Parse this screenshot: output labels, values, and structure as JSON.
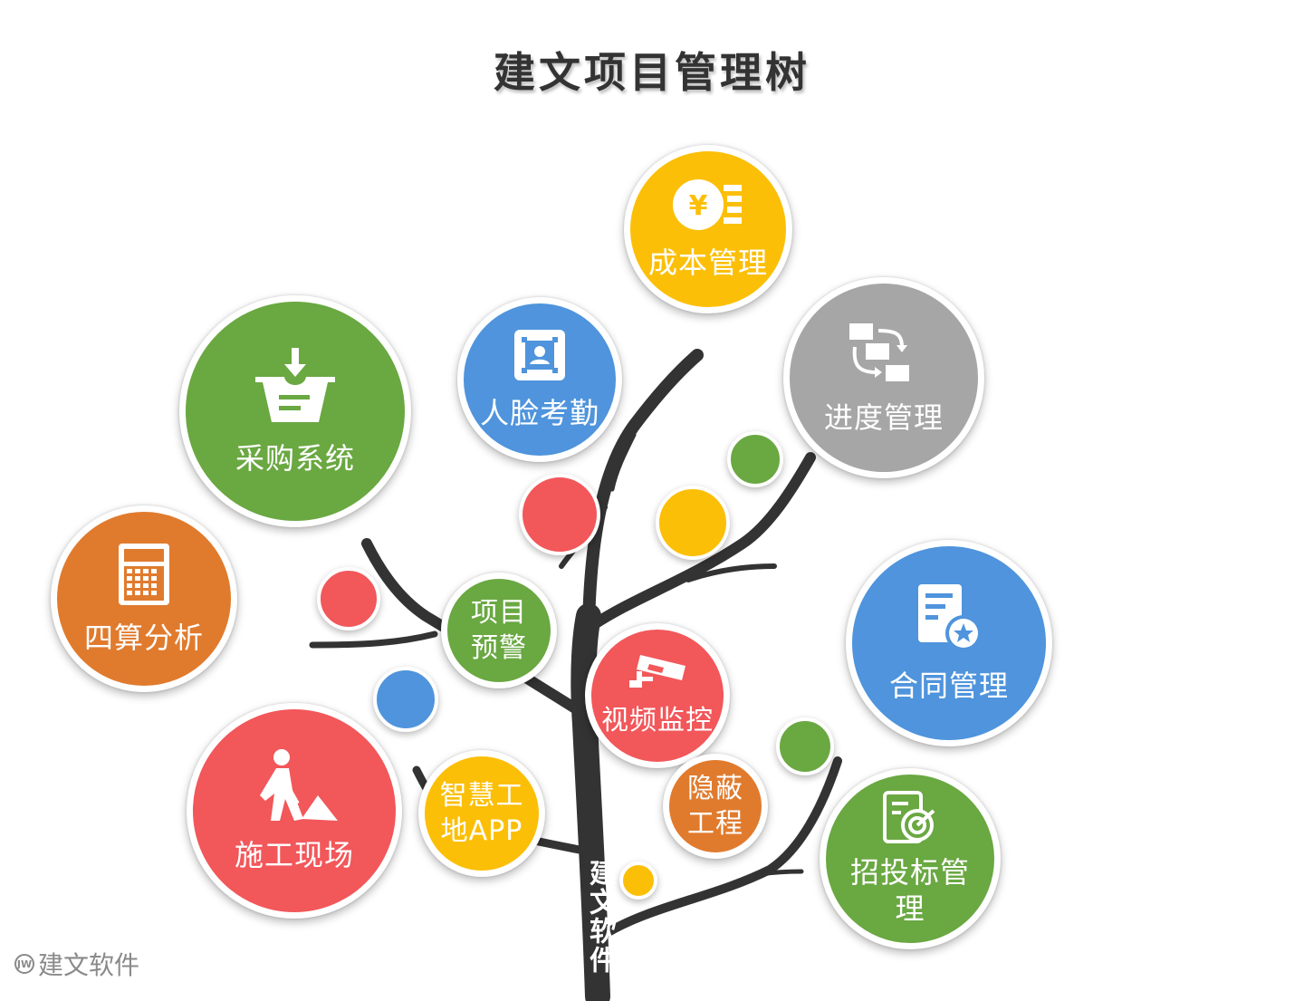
{
  "title": "建文项目管理树",
  "trunk_label": "建文软件",
  "watermark": "建文软件",
  "colors": {
    "green": "#6aa842",
    "orange": "#e07b2e",
    "red": "#f2575a",
    "blue": "#4f94dc",
    "gray": "#a6a6a6",
    "yellow": "#fcbf08",
    "trunk": "#333333"
  },
  "nodes": {
    "cost": {
      "label": "成本管理",
      "icon": "yen-coin-icon"
    },
    "face": {
      "label": "人脸考勤",
      "icon": "face-scan-icon"
    },
    "progress": {
      "label": "进度管理",
      "icon": "workflow-icon"
    },
    "purchase": {
      "label": "采购系统",
      "icon": "basket-icon"
    },
    "budget": {
      "label": "四算分析",
      "icon": "calculator-icon"
    },
    "warning": {
      "label": "项目预警"
    },
    "video": {
      "label": "视频监控",
      "icon": "camera-icon"
    },
    "contract": {
      "label": "合同管理",
      "icon": "document-star-icon"
    },
    "site": {
      "label": "施工现场",
      "icon": "worker-icon"
    },
    "smartapp": {
      "label": "智慧工地APP"
    },
    "hidden": {
      "label": "隐蔽工程"
    },
    "bidding": {
      "label": "招投标管理",
      "icon": "target-doc-icon"
    }
  }
}
